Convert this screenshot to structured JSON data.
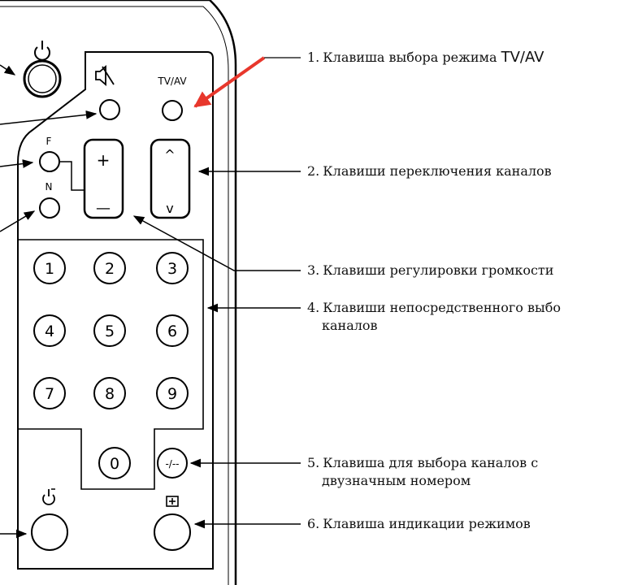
{
  "remote": {
    "labels": {
      "tv_av": "TV/AV",
      "f": "F",
      "n": "N",
      "plus": "+",
      "minus": "—",
      "up": "^",
      "down": "v",
      "dash": "-/--"
    },
    "digits": [
      "1",
      "2",
      "3",
      "4",
      "5",
      "6",
      "7",
      "8",
      "9",
      "0"
    ]
  },
  "callouts": [
    {
      "number": "1.",
      "text": "Клавиша выбора режима",
      "suffix": "TV/AV"
    },
    {
      "number": "2.",
      "text": "Клавиши переключения каналов"
    },
    {
      "number": "3.",
      "text": "Клавиши регулировки громкости"
    },
    {
      "number": "4.",
      "text": "Клавиши непосредственного выбо",
      "line2": "каналов"
    },
    {
      "number": "5.",
      "text": "Клавиша для выбора каналов с",
      "line2": "двузначным номером"
    },
    {
      "number": "6.",
      "text": "Клавиша индикации режимов"
    }
  ],
  "colors": {
    "arrow_highlight": "#e8372c",
    "ink": "#000000"
  }
}
